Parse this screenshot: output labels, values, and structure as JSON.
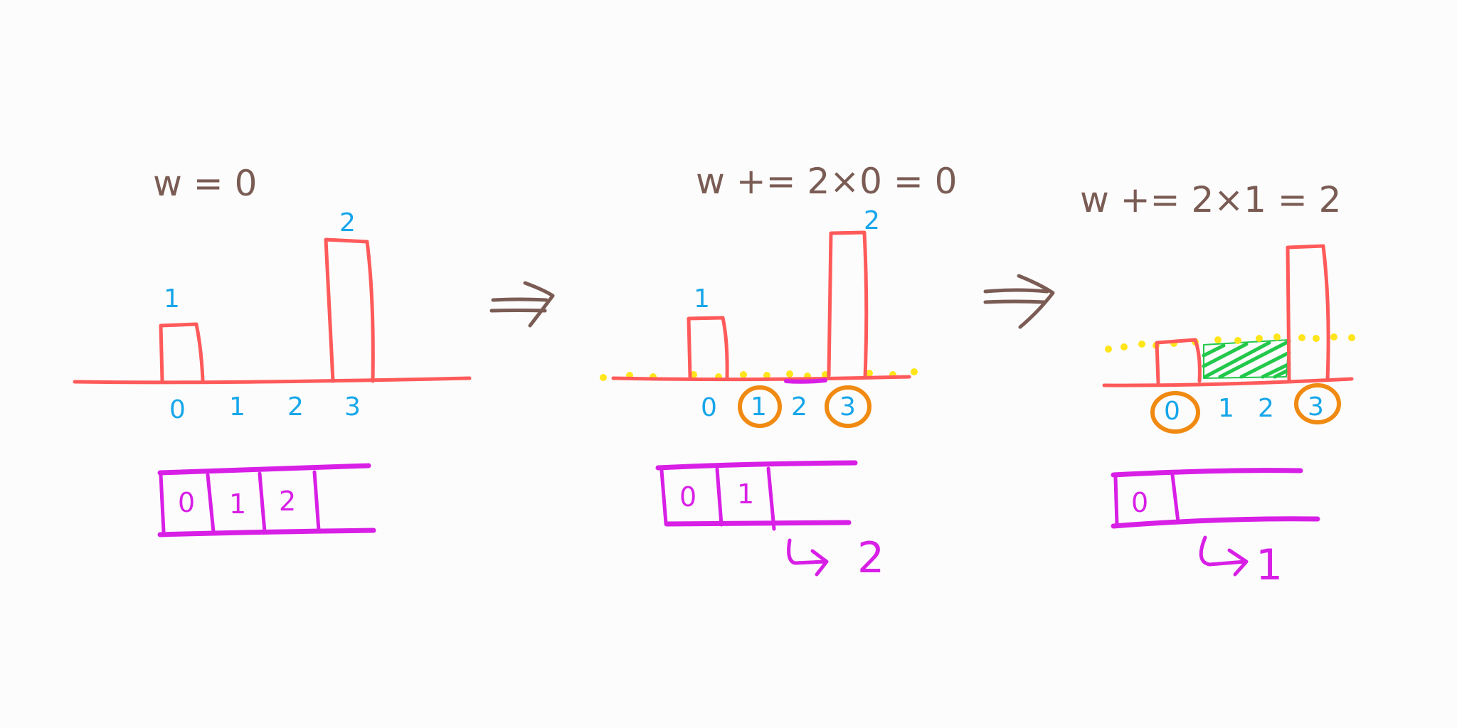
{
  "colors": {
    "background": "#fcfcfc",
    "bar": "#ff5a5a",
    "index_label": "#16a6ea",
    "equation": "#7a5c55",
    "stack": "#d81fe6",
    "highlight_circle": "#f08a12",
    "water_level": "#ffe51a",
    "trapped_water": "#22c84a",
    "arrow": "#7a5c55"
  },
  "panels": [
    {
      "equation": "w = 0",
      "height_labels": [
        "1",
        "2"
      ],
      "indices": [
        "0",
        "1",
        "2",
        "3"
      ],
      "stack": [
        "0",
        "1",
        "2"
      ]
    },
    {
      "equation": "w += 2×0 = 0",
      "height_labels": [
        "1",
        "2"
      ],
      "indices": [
        "0",
        "1",
        "2",
        "3"
      ],
      "stack": [
        "0",
        "1"
      ],
      "popped": "2"
    },
    {
      "equation": "w += 2×1 = 2",
      "indices": [
        "0",
        "1",
        "2",
        "3"
      ],
      "stack": [
        "0"
      ],
      "popped": "1"
    }
  ],
  "transitions": [
    "arrow-icon",
    "arrow-icon"
  ]
}
